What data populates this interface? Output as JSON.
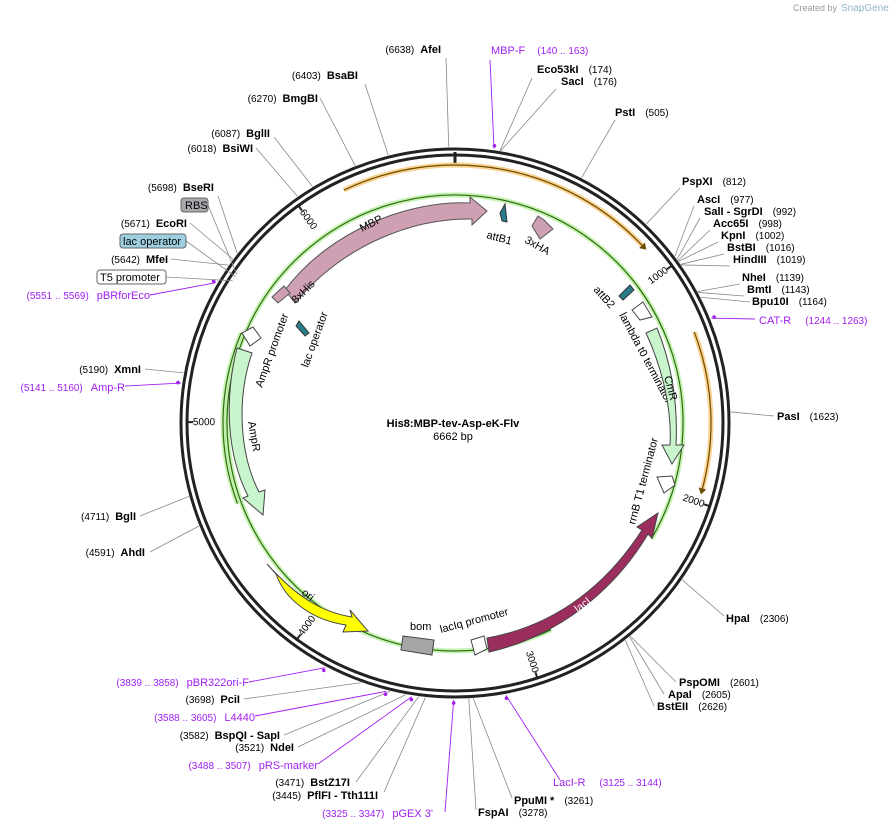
{
  "credit": {
    "prefix": "Created by",
    "brand": "SnapGene"
  },
  "plasmid": {
    "name": "His8:MBP-tev-Asp-eK-Flv",
    "length_label": "6662 bp",
    "length": 6662
  },
  "ticks": [
    {
      "pos": 1000,
      "label": "1000"
    },
    {
      "pos": 2000,
      "label": "2000"
    },
    {
      "pos": 3000,
      "label": "3000"
    },
    {
      "pos": 4000,
      "label": "4000"
    },
    {
      "pos": 5000,
      "label": "5000"
    },
    {
      "pos": 6000,
      "label": "6000"
    }
  ],
  "sites": [
    {
      "name": "AfeI",
      "pos_label": "(6638)",
      "pos": 6638,
      "side": "left"
    },
    {
      "name": "Eco53kI",
      "pos_label": "(174)",
      "pos": 174,
      "side": "right"
    },
    {
      "name": "SacI",
      "pos_label": "(176)",
      "pos": 176,
      "side": "right"
    },
    {
      "name": "PstI",
      "pos_label": "(505)",
      "pos": 505,
      "side": "right"
    },
    {
      "name": "PspXI",
      "pos_label": "(812)",
      "pos": 812,
      "side": "right"
    },
    {
      "name": "AscI",
      "pos_label": "(977)",
      "pos": 977,
      "side": "right"
    },
    {
      "name": "SalI - SgrDI",
      "pos_label": "(992)",
      "pos": 992,
      "side": "right"
    },
    {
      "name": "Acc65I",
      "pos_label": "(998)",
      "pos": 998,
      "side": "right"
    },
    {
      "name": "KpnI",
      "pos_label": "(1002)",
      "pos": 1002,
      "side": "right"
    },
    {
      "name": "BstBI",
      "pos_label": "(1016)",
      "pos": 1016,
      "side": "right"
    },
    {
      "name": "HindIII",
      "pos_label": "(1019)",
      "pos": 1019,
      "side": "right"
    },
    {
      "name": "NheI",
      "pos_label": "(1139)",
      "pos": 1139,
      "side": "right"
    },
    {
      "name": "BmtI",
      "pos_label": "(1143)",
      "pos": 1143,
      "side": "right"
    },
    {
      "name": "Bpu10I",
      "pos_label": "(1164)",
      "pos": 1164,
      "side": "right"
    },
    {
      "name": "PasI",
      "pos_label": "(1623)",
      "pos": 1623,
      "side": "right"
    },
    {
      "name": "HpaI",
      "pos_label": "(2306)",
      "pos": 2306,
      "side": "right"
    },
    {
      "name": "PspOMI",
      "pos_label": "(2601)",
      "pos": 2601,
      "side": "right"
    },
    {
      "name": "ApaI",
      "pos_label": "(2605)",
      "pos": 2605,
      "side": "right"
    },
    {
      "name": "BstEII",
      "pos_label": "(2626)",
      "pos": 2626,
      "side": "right"
    },
    {
      "name": "FspAI",
      "pos_label": "(3278)",
      "pos": 3278,
      "side": "right"
    },
    {
      "name": "PpuMI *",
      "pos_label": "(3261)",
      "pos": 3261,
      "side": "right"
    },
    {
      "name": "BstZ17I",
      "pos_label": "(3471)",
      "pos": 3471,
      "side": "left"
    },
    {
      "name": "PflFI - Tth111I",
      "pos_label": "(3445)",
      "pos": 3445,
      "side": "left"
    },
    {
      "name": "NdeI",
      "pos_label": "(3521)",
      "pos": 3521,
      "side": "left"
    },
    {
      "name": "BspQI - SapI",
      "pos_label": "(3582)",
      "pos": 3582,
      "side": "left"
    },
    {
      "name": "PciI",
      "pos_label": "(3698)",
      "pos": 3698,
      "side": "left"
    },
    {
      "name": "AhdI",
      "pos_label": "(4591)",
      "pos": 4591,
      "side": "left"
    },
    {
      "name": "BglI",
      "pos_label": "(4711)",
      "pos": 4711,
      "side": "left"
    },
    {
      "name": "XmnI",
      "pos_label": "(5190)",
      "pos": 5190,
      "side": "left"
    },
    {
      "name": "MfeI",
      "pos_label": "(5642)",
      "pos": 5642,
      "side": "left"
    },
    {
      "name": "EcoRI",
      "pos_label": "(5671)",
      "pos": 5671,
      "side": "left"
    },
    {
      "name": "BseRI",
      "pos_label": "(5698)",
      "pos": 5698,
      "side": "left"
    },
    {
      "name": "BsiWI",
      "pos_label": "(6018)",
      "pos": 6018,
      "side": "left"
    },
    {
      "name": "BglII",
      "pos_label": "(6087)",
      "pos": 6087,
      "side": "left"
    },
    {
      "name": "BmgBI",
      "pos_label": "(6270)",
      "pos": 6270,
      "side": "left"
    },
    {
      "name": "BsaBI",
      "pos_label": "(6403)",
      "pos": 6403,
      "side": "left"
    }
  ],
  "primers": [
    {
      "name": "MBP-F",
      "range_label": "(140 .. 163)",
      "start": 140,
      "end": 163
    },
    {
      "name": "CAT-R",
      "range_label": "(1244 .. 1263)",
      "start": 1244,
      "end": 1263
    },
    {
      "name": "LacI-R",
      "range_label": "(3125 .. 3144)",
      "start": 3125,
      "end": 3144
    },
    {
      "name": "pGEX 3'",
      "range_label": "(3325 .. 3347)",
      "start": 3325,
      "end": 3347
    },
    {
      "name": "pRS-marker",
      "range_label": "(3488 .. 3507)",
      "start": 3488,
      "end": 3507
    },
    {
      "name": "L4440",
      "range_label": "(3588 .. 3605)",
      "start": 3588,
      "end": 3605
    },
    {
      "name": "pBR322ori-F",
      "range_label": "(3839 .. 3858)",
      "start": 3839,
      "end": 3858
    },
    {
      "name": "Amp-R",
      "range_label": "(5141 .. 5160)",
      "start": 5141,
      "end": 5160
    },
    {
      "name": "pBRforEco",
      "range_label": "(5551 .. 5569)",
      "start": 5551,
      "end": 5569
    }
  ],
  "boxed_features": [
    {
      "name": "RBS",
      "style": "gray"
    },
    {
      "name": "lac operator",
      "style": "blue"
    },
    {
      "name": "T5 promoter",
      "style": "white"
    }
  ],
  "features": [
    {
      "name": "MBP",
      "color": "#cf9fb3"
    },
    {
      "name": "8xHis",
      "color": "#cf9fb3"
    },
    {
      "name": "attB1",
      "color": "#2a7c8c"
    },
    {
      "name": "3xHA",
      "color": "#cf9fb3"
    },
    {
      "name": "attB2",
      "color": "#2a7c8c"
    },
    {
      "name": "lambda t0 terminator",
      "color": "#ffffff"
    },
    {
      "name": "CmR",
      "color": "#c8f5cc"
    },
    {
      "name": "rrnB T1 terminator",
      "color": "#ffffff"
    },
    {
      "name": "lacI",
      "color": "#9c2e5e"
    },
    {
      "name": "lacIq promoter",
      "color": "#ffffff"
    },
    {
      "name": "bom",
      "color": "#a6a6a6"
    },
    {
      "name": "ori",
      "color": "#ffff00"
    },
    {
      "name": "AmpR",
      "color": "#c8f5cc"
    },
    {
      "name": "AmpR promoter",
      "color": "#ffffff"
    },
    {
      "name": "lac operator",
      "color": "#2a7c8c"
    }
  ],
  "colors": {
    "primer": "#a020f0",
    "orf": "#f5a623",
    "backbone": "#222222"
  }
}
